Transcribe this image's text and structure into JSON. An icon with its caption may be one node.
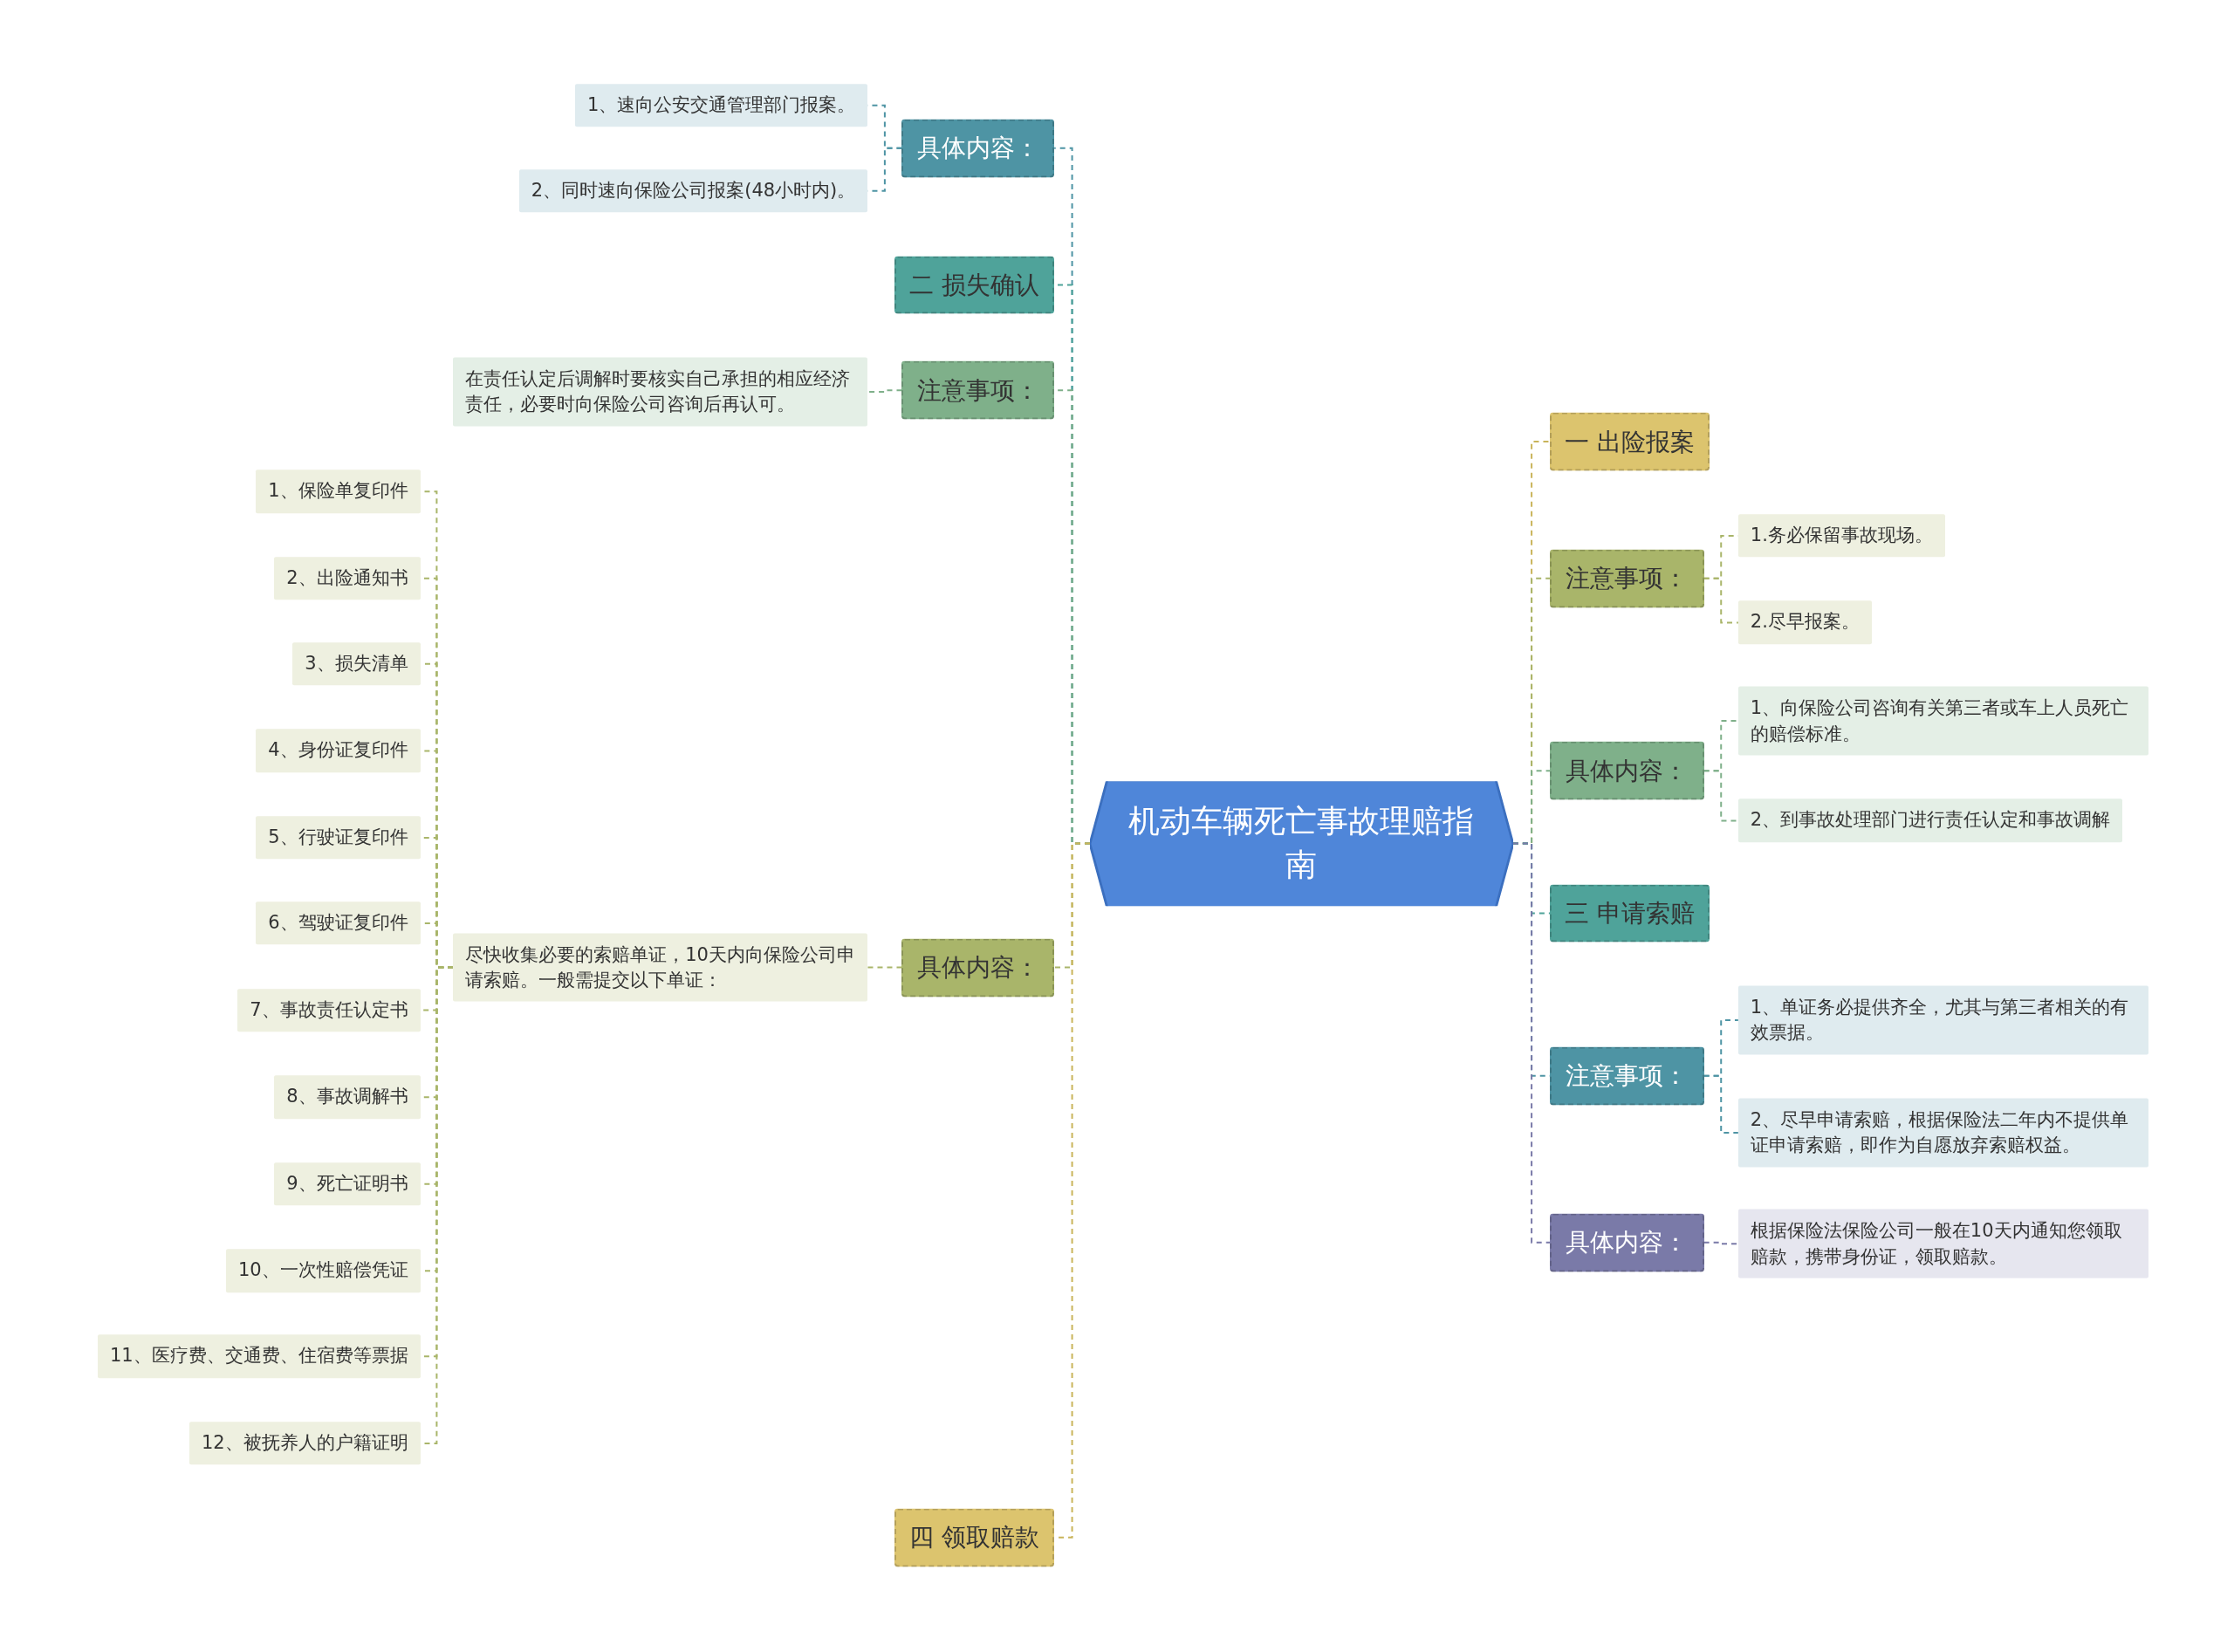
{
  "diagram": {
    "nodes": [
      {
        "text": [
          "机动车辆死亡事故理赔指南"
        ]
      },
      {
        "text": [
          "一 出险报案"
        ]
      },
      {
        "text": [
          "注意事项："
        ]
      },
      {
        "text": [
          "1.务必保留事故现场。"
        ]
      },
      {
        "text": [
          "2.尽早报案。"
        ]
      },
      {
        "text": [
          "具体内容："
        ]
      },
      {
        "text": [
          "1、向保险公司咨询有关第三者或车上人员死亡的赔偿标准。"
        ]
      },
      {
        "text": [
          "2、到事故处理部门进行责任认定和事故调解"
        ]
      },
      {
        "text": [
          "三 申请索赔"
        ]
      },
      {
        "text": [
          "注意事项："
        ]
      },
      {
        "text": [
          "1、单证务必提供齐全，尤其与第三者相关的有效票据。"
        ]
      },
      {
        "text": [
          "2、尽早申请索赔，根据保险法二年内不提供单证申请索赔，即作为自愿放弃索赔权益。"
        ]
      },
      {
        "text": [
          "具体内容："
        ]
      },
      {
        "text": [
          "根据保险法保险公司一般在10天内通知您领取赔款，携带身份证，领取赔款。"
        ]
      },
      {
        "text": [
          "具体内容："
        ]
      },
      {
        "text": [
          "1、速向公安交通管理部门报案。"
        ]
      },
      {
        "text": [
          "2、同时速向保险公司报案(48小时内)。"
        ]
      },
      {
        "text": [
          "二 损失确认"
        ]
      },
      {
        "text": [
          "注意事项："
        ]
      },
      {
        "text": [
          "在责任认定后调解时要核实自己承担的相应经济责任，必要时向保险公司咨询后再认可。"
        ]
      },
      {
        "text": [
          "具体内容："
        ]
      },
      {
        "text": [
          "尽快收集必要的索赔单证，10天内向保险公司申请索赔。一般需提交以下单证："
        ]
      },
      {
        "text": [
          "1、保险单复印件"
        ]
      },
      {
        "text": [
          "2、出险通知书"
        ]
      },
      {
        "text": [
          "3、损失清单"
        ]
      },
      {
        "text": [
          "4、身份证复印件"
        ]
      },
      {
        "text": [
          "5、行驶证复印件"
        ]
      },
      {
        "text": [
          "6、驾驶证复印件"
        ]
      },
      {
        "text": [
          "7、事故责任认定书"
        ]
      },
      {
        "text": [
          "8、事故调解书"
        ]
      },
      {
        "text": [
          "9、死亡证明书"
        ]
      },
      {
        "text": [
          "10、一次性赔偿凭证"
        ]
      },
      {
        "text": [
          "11、医疗费、交通费、住宿费等票据"
        ]
      },
      {
        "text": [
          "12、被抚养人的户籍证明"
        ]
      },
      {
        "text": [
          "四 领取赔款"
        ]
      }
    ],
    "edges": [
      {
        "from": 0,
        "to": 1,
        "arrow": "none",
        "style": "dashed",
        "color": "#c9b45a"
      },
      {
        "from": 0,
        "to": 2,
        "arrow": "none",
        "style": "dashed",
        "color": "#a9b56a"
      },
      {
        "from": 0,
        "to": 5,
        "arrow": "none",
        "style": "dashed",
        "color": "#7fb08a"
      },
      {
        "from": 0,
        "to": 8,
        "arrow": "none",
        "style": "dashed",
        "color": "#4fa39a"
      },
      {
        "from": 0,
        "to": 9,
        "arrow": "none",
        "style": "dashed",
        "color": "#4e94a4"
      },
      {
        "from": 0,
        "to": 12,
        "arrow": "none",
        "style": "dashed",
        "color": "#7a7aa8"
      },
      {
        "from": 2,
        "to": 3,
        "arrow": "none",
        "style": "dashed",
        "color": "#a9b56a"
      },
      {
        "from": 2,
        "to": 4,
        "arrow": "none",
        "style": "dashed",
        "color": "#a9b56a"
      },
      {
        "from": 5,
        "to": 6,
        "arrow": "none",
        "style": "dashed",
        "color": "#7fb08a"
      },
      {
        "from": 5,
        "to": 7,
        "arrow": "none",
        "style": "dashed",
        "color": "#7fb08a"
      },
      {
        "from": 9,
        "to": 10,
        "arrow": "none",
        "style": "dashed",
        "color": "#4e94a4"
      },
      {
        "from": 9,
        "to": 11,
        "arrow": "none",
        "style": "dashed",
        "color": "#4e94a4"
      },
      {
        "from": 12,
        "to": 13,
        "arrow": "none",
        "style": "dashed",
        "color": "#7a7aa8"
      },
      {
        "from": 0,
        "to": 14,
        "arrow": "none",
        "style": "dashed",
        "color": "#4e94a4"
      },
      {
        "from": 0,
        "to": 17,
        "arrow": "none",
        "style": "dashed",
        "color": "#4fa39a"
      },
      {
        "from": 0,
        "to": 18,
        "arrow": "none",
        "style": "dashed",
        "color": "#7fb08a"
      },
      {
        "from": 0,
        "to": 20,
        "arrow": "none",
        "style": "dashed",
        "color": "#a9b56a"
      },
      {
        "from": 0,
        "to": 34,
        "arrow": "none",
        "style": "dashed",
        "color": "#c9b45a"
      },
      {
        "from": 14,
        "to": 15,
        "arrow": "none",
        "style": "dashed",
        "color": "#4e94a4"
      },
      {
        "from": 14,
        "to": 16,
        "arrow": "none",
        "style": "dashed",
        "color": "#4e94a4"
      },
      {
        "from": 18,
        "to": 19,
        "arrow": "none",
        "style": "dashed",
        "color": "#7fb08a"
      },
      {
        "from": 20,
        "to": 21,
        "arrow": "none",
        "style": "dashed",
        "color": "#a9b56a"
      },
      {
        "from": 21,
        "to": 22,
        "arrow": "none",
        "style": "dashed",
        "color": "#a9b56a"
      },
      {
        "from": 21,
        "to": 23,
        "arrow": "none",
        "style": "dashed",
        "color": "#a9b56a"
      },
      {
        "from": 21,
        "to": 24,
        "arrow": "none",
        "style": "dashed",
        "color": "#a9b56a"
      },
      {
        "from": 21,
        "to": 25,
        "arrow": "none",
        "style": "dashed",
        "color": "#a9b56a"
      },
      {
        "from": 21,
        "to": 26,
        "arrow": "none",
        "style": "dashed",
        "color": "#a9b56a"
      },
      {
        "from": 21,
        "to": 27,
        "arrow": "none",
        "style": "dashed",
        "color": "#a9b56a"
      },
      {
        "from": 21,
        "to": 28,
        "arrow": "none",
        "style": "dashed",
        "color": "#a9b56a"
      },
      {
        "from": 21,
        "to": 29,
        "arrow": "none",
        "style": "dashed",
        "color": "#a9b56a"
      },
      {
        "from": 21,
        "to": 30,
        "arrow": "none",
        "style": "dashed",
        "color": "#a9b56a"
      },
      {
        "from": 21,
        "to": 31,
        "arrow": "none",
        "style": "dashed",
        "color": "#a9b56a"
      },
      {
        "from": 21,
        "to": 32,
        "arrow": "none",
        "style": "dashed",
        "color": "#a9b56a"
      },
      {
        "from": 21,
        "to": 33,
        "arrow": "none",
        "style": "dashed",
        "color": "#a9b56a"
      }
    ]
  }
}
